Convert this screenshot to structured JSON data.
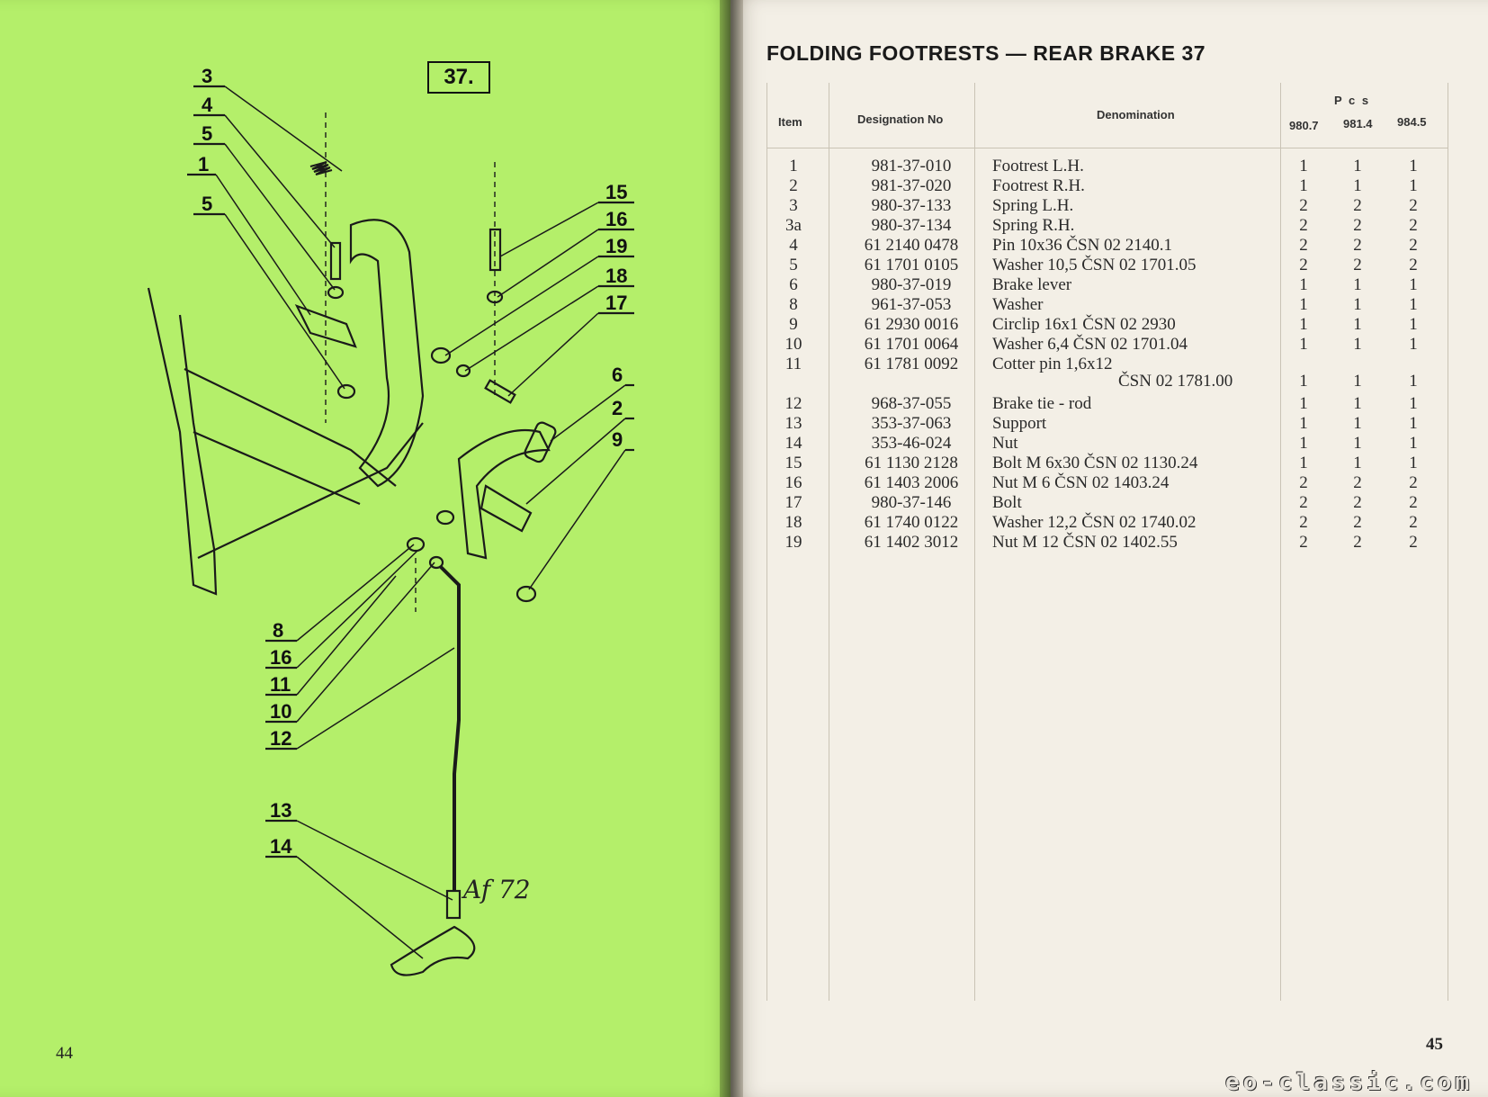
{
  "left_page": {
    "page_number": "44",
    "figure_label": "37.",
    "signature": "Af 72",
    "callouts_left": [
      "3",
      "4",
      "5",
      "1",
      "5"
    ],
    "callouts_right": [
      "15",
      "16",
      "19",
      "18",
      "17",
      "6",
      "2",
      "9"
    ],
    "callouts_bottom": [
      "8",
      "16",
      "11",
      "10",
      "12",
      "13",
      "14"
    ]
  },
  "right_page": {
    "page_number": "45",
    "title": "FOLDING FOOTRESTS — REAR BRAKE 37",
    "headers": {
      "item": "Item",
      "designation": "Designation No",
      "denomination": "Denomination",
      "pcs": "P c s",
      "model1": "980.7",
      "model2": "981.4",
      "model3": "984.5"
    },
    "rows": [
      {
        "item": "1",
        "des": "981-37-010",
        "den": "Footrest  L.H.",
        "q1": "1",
        "q2": "1",
        "q3": "1"
      },
      {
        "item": "2",
        "des": "981-37-020",
        "den": "Footrest  R.H.",
        "q1": "1",
        "q2": "1",
        "q3": "1"
      },
      {
        "item": "3",
        "des": "980-37-133",
        "den": "Spring  L.H.",
        "q1": "2",
        "q2": "2",
        "q3": "2"
      },
      {
        "item": "3a",
        "des": "980-37-134",
        "den": "Spring  R.H.",
        "q1": "2",
        "q2": "2",
        "q3": "2"
      },
      {
        "item": "4",
        "des": "61  2140  0478",
        "den": "Pin  10x36  ČSN 02 2140.1",
        "q1": "2",
        "q2": "2",
        "q3": "2"
      },
      {
        "item": "5",
        "des": "61  1701  0105",
        "den": "Washer  10,5  ČSN 02 1701.05",
        "q1": "2",
        "q2": "2",
        "q3": "2"
      },
      {
        "item": "6",
        "des": "980-37-019",
        "den": "Brake  lever",
        "q1": "1",
        "q2": "1",
        "q3": "1"
      },
      {
        "item": "8",
        "des": "961-37-053",
        "den": "Washer",
        "q1": "1",
        "q2": "1",
        "q3": "1"
      },
      {
        "item": "9",
        "des": "61  2930  0016",
        "den": "Circlip  16x1  ČSN 02 2930",
        "q1": "1",
        "q2": "1",
        "q3": "1"
      },
      {
        "item": "10",
        "des": "61  1701  0064",
        "den": "Washer  6,4  ČSN 02 1701.04",
        "q1": "1",
        "q2": "1",
        "q3": "1"
      },
      {
        "item": "11",
        "des": "61  1781  0092",
        "den": "Cotter  pin  1,6x12",
        "den2": "ČSN 02 1781.00",
        "q1": "1",
        "q2": "1",
        "q3": "1"
      },
      {
        "item": "12",
        "des": "968-37-055",
        "den": "Brake  tie  -  rod",
        "q1": "1",
        "q2": "1",
        "q3": "1"
      },
      {
        "item": "13",
        "des": "353-37-063",
        "den": "Support",
        "q1": "1",
        "q2": "1",
        "q3": "1"
      },
      {
        "item": "14",
        "des": "353-46-024",
        "den": "Nut",
        "q1": "1",
        "q2": "1",
        "q3": "1"
      },
      {
        "item": "15",
        "des": "61  1130  2128",
        "den": "Bolt  M  6x30  ČSN 02 1130.24",
        "q1": "1",
        "q2": "1",
        "q3": "1"
      },
      {
        "item": "16",
        "des": "61  1403  2006",
        "den": "Nut  M  6  ČSN 02 1403.24",
        "q1": "2",
        "q2": "2",
        "q3": "2"
      },
      {
        "item": "17",
        "des": "980-37-146",
        "den": "Bolt",
        "q1": "2",
        "q2": "2",
        "q3": "2"
      },
      {
        "item": "18",
        "des": "61  1740  0122",
        "den": "Washer  12,2  ČSN 02 1740.02",
        "q1": "2",
        "q2": "2",
        "q3": "2"
      },
      {
        "item": "19",
        "des": "61  1402  3012",
        "den": "Nut  M  12  ČSN  02 1402.55",
        "q1": "2",
        "q2": "2",
        "q3": "2"
      }
    ]
  },
  "watermark": "eo-classic.com"
}
